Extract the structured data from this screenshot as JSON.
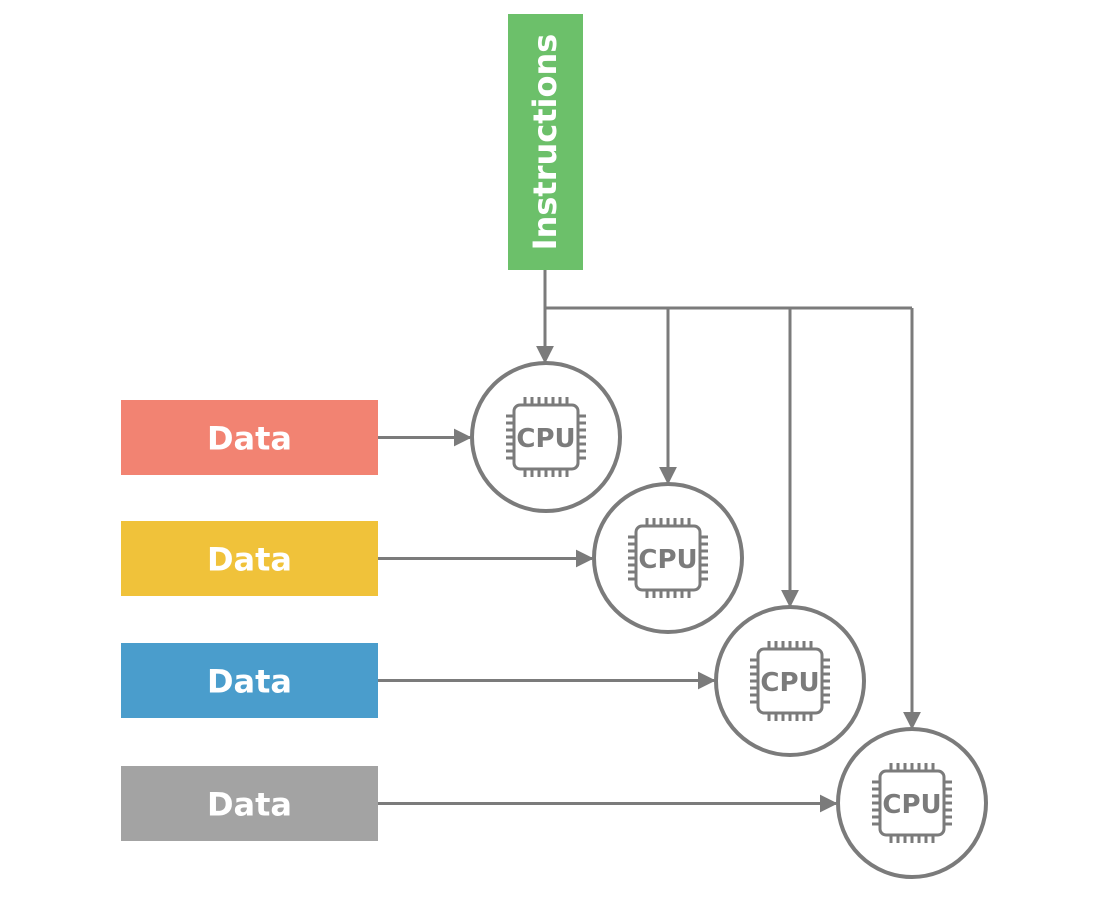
{
  "instructions": {
    "label": "Instructions",
    "color": "#6cc06a"
  },
  "data_rows": [
    {
      "label": "Data",
      "color": "#f28372"
    },
    {
      "label": "Data",
      "color": "#f0c23a"
    },
    {
      "label": "Data",
      "color": "#4a9dcc"
    },
    {
      "label": "Data",
      "color": "#a3a3a3"
    }
  ],
  "cpus": [
    {
      "label": "CPU"
    },
    {
      "label": "CPU"
    },
    {
      "label": "CPU"
    },
    {
      "label": "CPU"
    }
  ],
  "line_color": "#7b7b7b"
}
